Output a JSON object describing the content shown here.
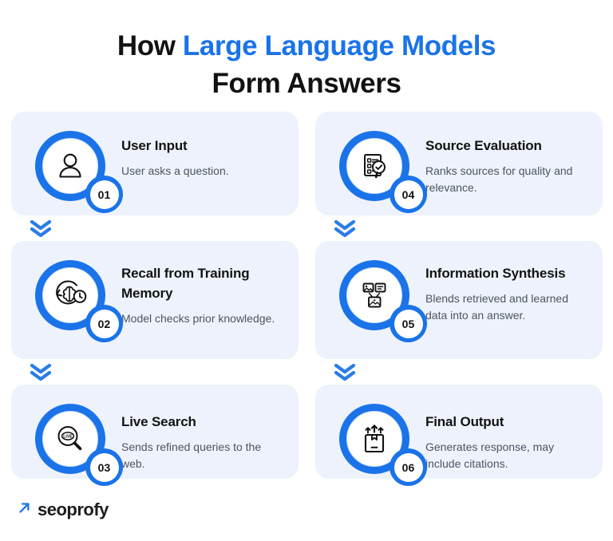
{
  "title": {
    "line1_plain": "How ",
    "line1_accent": "Large Language Models",
    "line2": "Form Answers"
  },
  "colors": {
    "accent_blue": "#1a73e8",
    "card_background": "#edf2fc",
    "title_dark": "#121212",
    "description_gray": "#4e5560",
    "page_background": "#ffffff"
  },
  "steps": [
    {
      "number": "01",
      "title": "User Input",
      "description": "User asks a question.",
      "icon": "user-icon",
      "column": "left"
    },
    {
      "number": "02",
      "title": "Recall from Training Memory",
      "description": "Model checks prior knowledge.",
      "icon": "brain-memory-icon",
      "column": "left"
    },
    {
      "number": "03",
      "title": "Live Search",
      "description": "Sends refined queries to the web.",
      "icon": "magnifier-live-icon",
      "column": "left"
    },
    {
      "number": "04",
      "title": "Source Evaluation",
      "description": "Ranks sources for quality and relevance.",
      "icon": "checklist-magnifier-icon",
      "column": "right"
    },
    {
      "number": "05",
      "title": "Information Synthesis",
      "description": "Blends retrieved and learned data into an answer.",
      "icon": "merge-documents-icon",
      "column": "right"
    },
    {
      "number": "06",
      "title": "Final Output",
      "description": "Generates response, may include citations.",
      "icon": "package-output-icon",
      "column": "right"
    }
  ],
  "connectors": {
    "icon": "double-chevron-down-icon",
    "count": 4
  },
  "footer": {
    "logo_text": "seoprofy",
    "logo_icon": "diagonal-arrow-icon"
  }
}
